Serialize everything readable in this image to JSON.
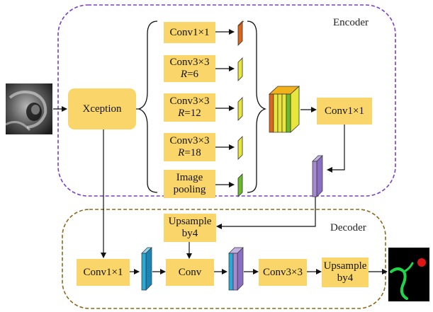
{
  "regions": {
    "encoder_label": "Encoder",
    "decoder_label": "Decoder"
  },
  "encoder": {
    "backbone_label": "Xception",
    "aspp_conv1x1": "Conv1×1",
    "aspp_conv3x3_r6_line1": "Conv3×3",
    "aspp_conv3x3_r6_r": "R",
    "aspp_conv3x3_r6_val": "=6",
    "aspp_conv3x3_r12_line1": "Conv3×3",
    "aspp_conv3x3_r12_r": "R",
    "aspp_conv3x3_r12_val": "=12",
    "aspp_conv3x3_r18_line1": "Conv3×3",
    "aspp_conv3x3_r18_r": "R",
    "aspp_conv3x3_r18_val": "=18",
    "image_pooling_line1": "Image",
    "image_pooling_line2": "pooling",
    "fuse_conv1x1": "Conv1×1"
  },
  "decoder": {
    "upsample_top_line1": "Upsample",
    "upsample_top_line2": "by4",
    "lowlevel_conv1x1": "Conv1×1",
    "conv": "Conv",
    "conv3x3": "Conv3×3",
    "upsample_out_line1": "Upsample",
    "upsample_out_line2": "by4"
  },
  "colors": {
    "box_fill": "#fad66a",
    "encoder_border": "#7a3fc4",
    "decoder_border": "#8a6a1a",
    "feature_orange": "#d9661c",
    "feature_yellow": "#e8e63a",
    "feature_green": "#6cb92a",
    "feature_purple": "#a58ad0",
    "feature_blue": "#2aa9d6",
    "output_green": "#1fd64a",
    "output_red": "#e01616"
  }
}
